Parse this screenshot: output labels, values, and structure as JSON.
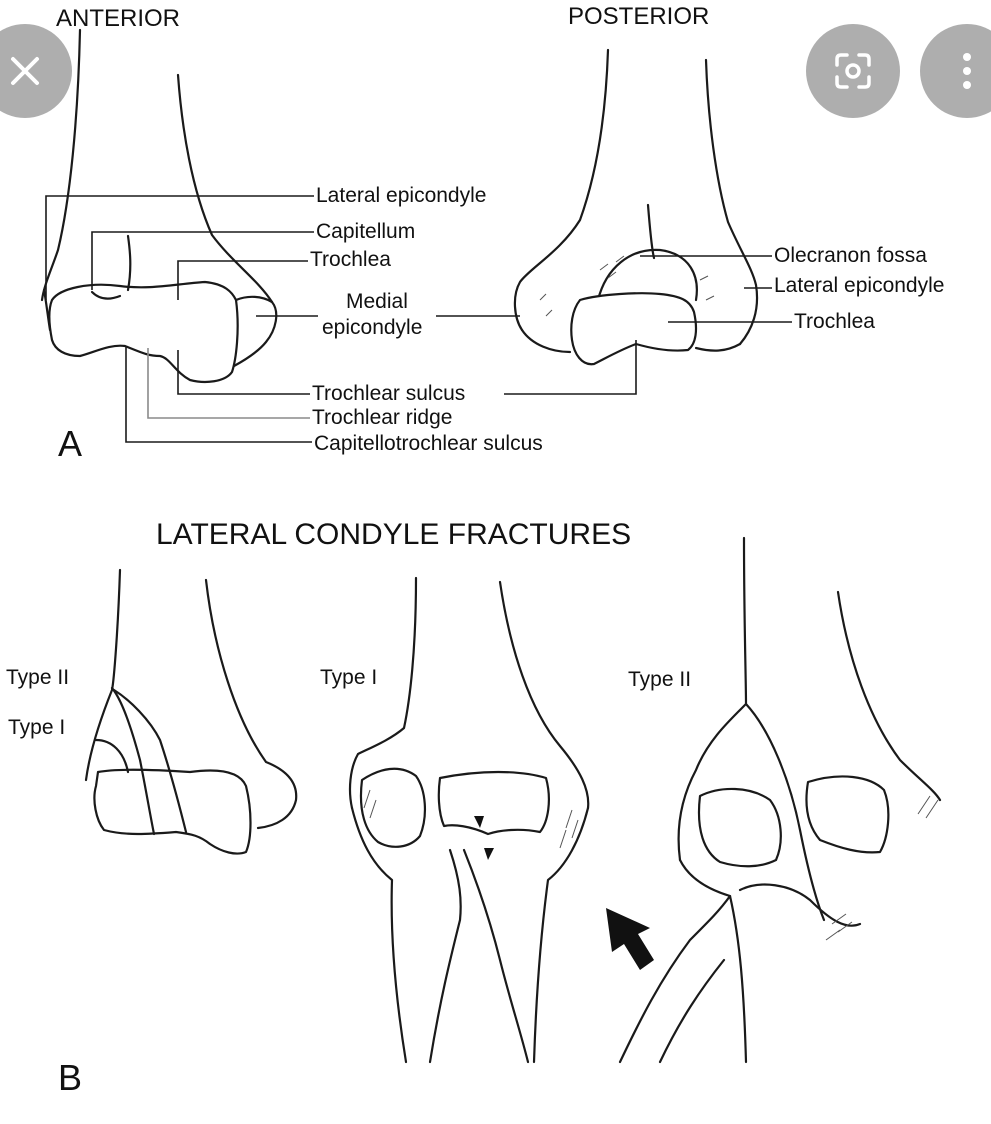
{
  "panel_a": {
    "letter": "A",
    "anterior_heading": "ANTERIOR",
    "posterior_heading": "POSTERIOR",
    "anterior_labels": {
      "lateral_epicondyle": "Lateral epicondyle",
      "capitellum": "Capitellum",
      "trochlea": "Trochlea",
      "medial_epicondyle_line1": "Medial",
      "medial_epicondyle_line2": "epicondyle",
      "trochlear_sulcus": "Trochlear sulcus",
      "trochlear_ridge": "Trochlear ridge",
      "capitellotrochlear_sulcus": "Capitellotrochlear sulcus"
    },
    "posterior_labels": {
      "olecranon_fossa": "Olecranon fossa",
      "lateral_epicondyle": "Lateral epicondyle",
      "trochlea": "Trochlea"
    }
  },
  "panel_b": {
    "letter": "B",
    "title": "LATERAL CONDYLE FRACTURES",
    "left_labels": {
      "type_ii": "Type II",
      "type_i": "Type I"
    },
    "middle_label": "Type I",
    "right_label": "Type II"
  },
  "overlay": {
    "close_icon": "close-icon",
    "lens_icon": "lens-icon",
    "more_icon": "more-vertical-icon"
  }
}
